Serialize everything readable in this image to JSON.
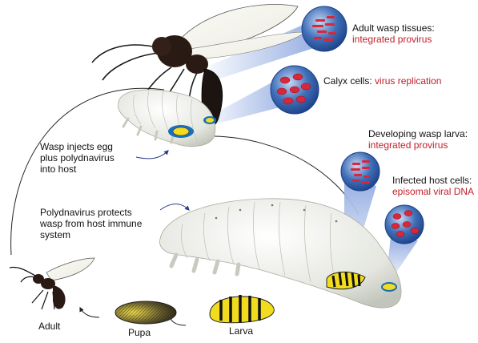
{
  "callouts": {
    "adult_tissues": {
      "title": "Adult wasp tissues:",
      "detail": "integrated provirus"
    },
    "calyx": {
      "title": "Calyx cells:",
      "detail": "virus replication"
    },
    "larva_provirus": {
      "title": "Developing wasp larva:",
      "detail": "integrated provirus"
    },
    "host_cells": {
      "title": "Infected host cells:",
      "detail": "episomal viral DNA"
    }
  },
  "steps": {
    "inject": [
      "Wasp injects egg",
      "plus polydnavirus",
      "into host"
    ],
    "protect": [
      "Polydnavirus protects",
      "wasp from host immune",
      "system"
    ]
  },
  "stages": {
    "adult": "Adult",
    "pupa": "Pupa",
    "larva": "Larva"
  },
  "colors": {
    "accent_red": "#c0202a",
    "circle_blue": "#2e5fa8",
    "egg_yellow": "#f2dc1e",
    "beam_blue": "#9fb8e8",
    "caterpillar": "#ebece6",
    "wasp_body": "#2a1a14"
  },
  "icons": [
    "wasp-icon",
    "caterpillar-icon",
    "larva-icon",
    "pupa-icon",
    "virus-dna-icon"
  ]
}
